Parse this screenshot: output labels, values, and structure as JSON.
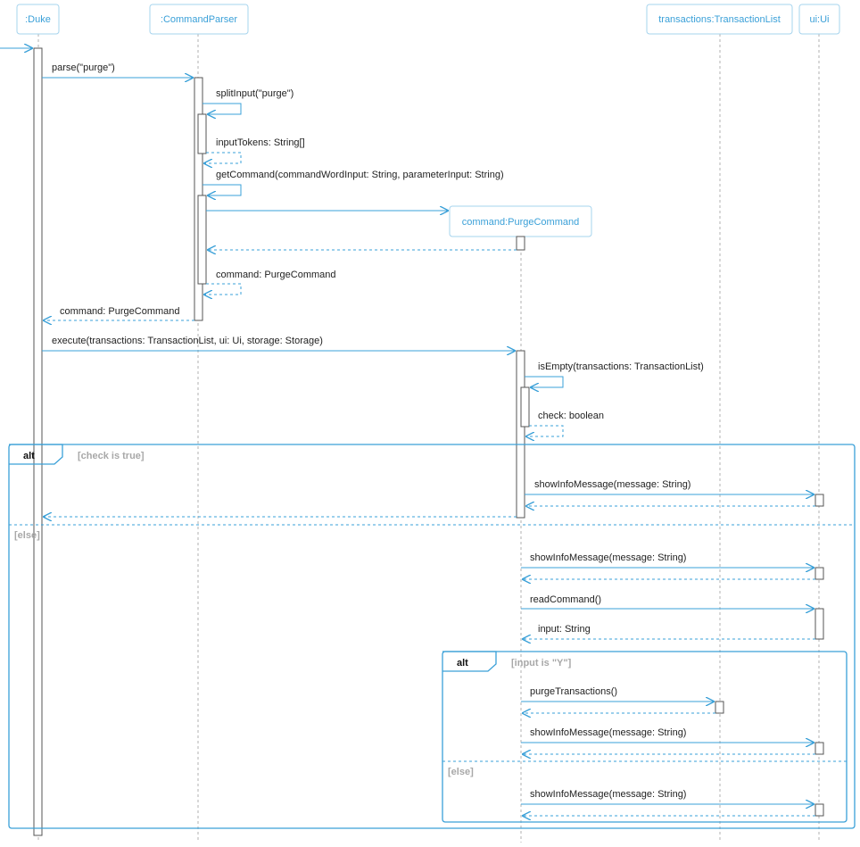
{
  "colors": {
    "accent": "#3aa0d8",
    "lifeline": "#b0b0b0",
    "activation_border": "#555555",
    "text": "#222222",
    "guard": "#a8a8a8"
  },
  "participants": [
    {
      "id": "duke",
      "label": ":Duke"
    },
    {
      "id": "parser",
      "label": ":CommandParser"
    },
    {
      "id": "purge",
      "label": "command:PurgeCommand"
    },
    {
      "id": "txlist",
      "label": "transactions:TransactionList"
    },
    {
      "id": "ui",
      "label": "ui:Ui"
    }
  ],
  "messages": [
    {
      "id": "parse",
      "label": "parse(\"purge\")"
    },
    {
      "id": "split-input",
      "label": "splitInput(\"purge\")"
    },
    {
      "id": "input-tokens",
      "label": "inputTokens: String[]"
    },
    {
      "id": "get-command",
      "label": "getCommand(commandWordInput: String, parameterInput: String)"
    },
    {
      "id": "command-return-inner",
      "label": "command: PurgeCommand"
    },
    {
      "id": "command-return-outer",
      "label": "command: PurgeCommand"
    },
    {
      "id": "execute",
      "label": "execute(transactions: TransactionList, ui: Ui, storage: Storage)"
    },
    {
      "id": "is-empty",
      "label": "isEmpty(transactions: TransactionList)"
    },
    {
      "id": "check-boolean",
      "label": "check: boolean"
    },
    {
      "id": "show-info-1",
      "label": "showInfoMessage(message: String)"
    },
    {
      "id": "show-info-2",
      "label": "showInfoMessage(message: String)"
    },
    {
      "id": "read-command",
      "label": "readCommand()"
    },
    {
      "id": "input-string",
      "label": "input: String"
    },
    {
      "id": "purge-transactions",
      "label": "purgeTransactions()"
    },
    {
      "id": "show-info-3",
      "label": "showInfoMessage(message: String)"
    },
    {
      "id": "show-info-4",
      "label": "showInfoMessage(message: String)"
    }
  ],
  "fragments": {
    "outer": {
      "operator": "alt",
      "guard": "[check is true]",
      "else_guard": "[else]"
    },
    "inner": {
      "operator": "alt",
      "guard": "[input is \"Y\"]",
      "else_guard": "[else]"
    }
  }
}
